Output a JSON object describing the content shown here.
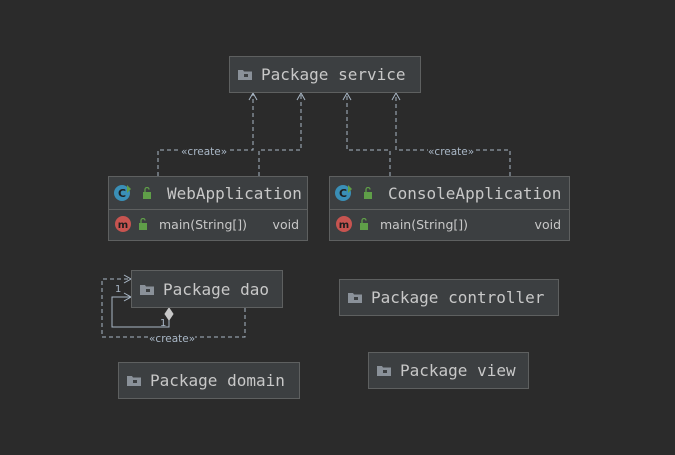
{
  "packages": {
    "service": "Package service",
    "dao": "Package dao",
    "controller": "Package controller",
    "domain": "Package domain",
    "view": "Package view"
  },
  "classes": {
    "web": {
      "name": "WebApplication",
      "method": "main(String[])",
      "return_type": "void"
    },
    "console": {
      "name": "ConsoleApplication",
      "method": "main(String[])",
      "return_type": "void"
    }
  },
  "relations": {
    "create_label_web": "«create»",
    "create_label_console": "«create»",
    "create_label_dao": "«create»",
    "dao_mult_a": "1",
    "dao_mult_b": "1"
  },
  "icons": {
    "package": "folder-icon",
    "class": "class-icon",
    "method": "method-icon",
    "visibility": "public-lock-icon"
  },
  "colors": {
    "background": "#2b2b2b",
    "node_fill": "#3c3f41",
    "node_border": "#5e6060",
    "text": "#c8c8c8",
    "edge": "#a9b7c6",
    "class_icon": "#3a8fb7",
    "method_icon": "#c75450",
    "lock_icon": "#5f9e48"
  }
}
